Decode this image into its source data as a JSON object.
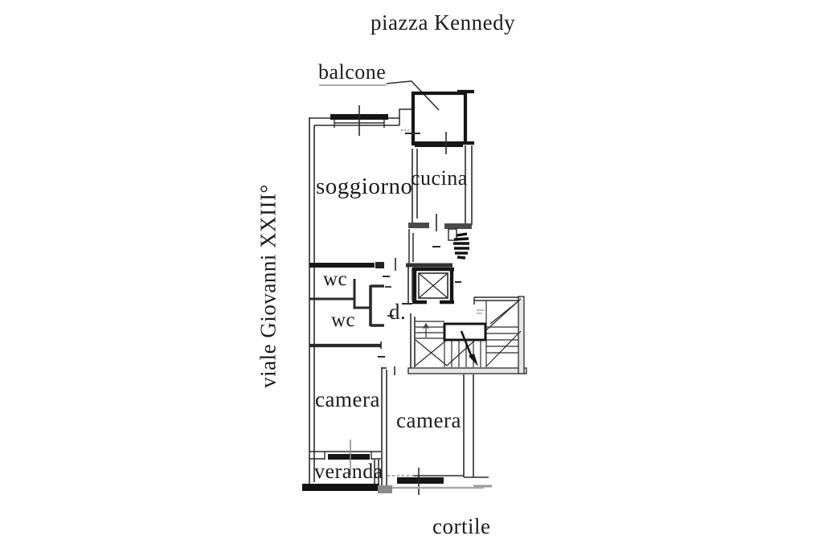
{
  "page": {
    "background": "#ffffff",
    "ink": "#1f1f1f",
    "type": "apartment floor plan scan"
  },
  "surroundings": {
    "top": "piazza Kennedy",
    "left": "viale Giovanni XXIII°",
    "bottom": "cortile"
  },
  "rooms": {
    "balcone": "balcone",
    "soggiorno": "soggiorno",
    "cucina": "cucina",
    "wc_top": "wc",
    "wc_bottom": "wc",
    "disimpegno": "d.",
    "camera_left": "camera",
    "camera_right": "camera",
    "veranda": "veranda"
  },
  "symbols": {
    "elevator": "elevator-shaft-crossed-box",
    "stairs": "staircase-with-central-landing-and-down-arrow",
    "entrance_door": "hatched-entrance-door-mark",
    "windows": "thick-bar-window-with-center-tick",
    "balcone_leader": "leader-line-from-balcone-label"
  }
}
